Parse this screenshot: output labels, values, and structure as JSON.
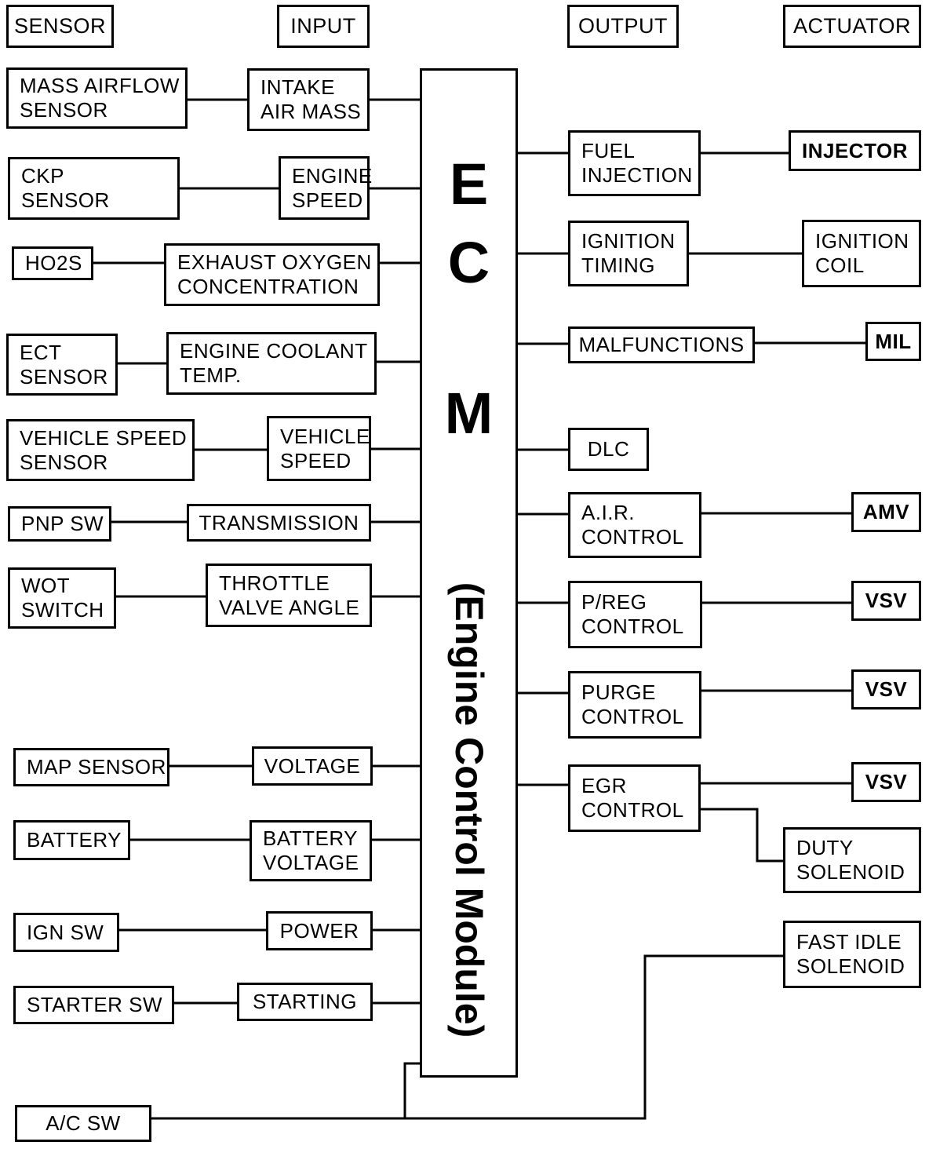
{
  "headers": {
    "sensor": "SENSOR",
    "input": "INPUT",
    "output": "OUTPUT",
    "actuator": "ACTUATOR"
  },
  "ecm": {
    "letters": [
      "E",
      "C",
      "M"
    ],
    "full_name": "(Engine Control Module)"
  },
  "sensors": {
    "maf": [
      "MASS AIRFLOW",
      "SENSOR"
    ],
    "ckp": [
      "CKP",
      "SENSOR"
    ],
    "ho2s": [
      "HO2S"
    ],
    "ect": [
      "ECT",
      "SENSOR"
    ],
    "vss": [
      "VEHICLE SPEED",
      "SENSOR"
    ],
    "pnp": [
      "PNP SW"
    ],
    "wot": [
      "WOT",
      "SWITCH"
    ],
    "map": [
      "MAP SENSOR"
    ],
    "battery": [
      "BATTERY"
    ],
    "ign": [
      "IGN SW"
    ],
    "starter": [
      "STARTER SW"
    ],
    "ac": [
      "A/C SW"
    ]
  },
  "inputs": {
    "intake_air": [
      "INTAKE",
      "AIR MASS"
    ],
    "engine_speed": [
      "ENGINE",
      "SPEED"
    ],
    "exhaust_o2": [
      "EXHAUST OXYGEN",
      "CONCENTRATION"
    ],
    "coolant_temp": [
      "ENGINE COOLANT",
      "TEMP."
    ],
    "vehicle_speed": [
      "VEHICLE",
      "SPEED"
    ],
    "transmission": [
      "TRANSMISSION"
    ],
    "throttle": [
      "THROTTLE",
      "VALVE ANGLE"
    ],
    "voltage": [
      "VOLTAGE"
    ],
    "battery_voltage": [
      "BATTERY",
      "VOLTAGE"
    ],
    "power": [
      "POWER"
    ],
    "starting": [
      "STARTING"
    ]
  },
  "outputs": {
    "fuel_injection": [
      "FUEL",
      "INJECTION"
    ],
    "ignition_timing": [
      "IGNITION",
      "TIMING"
    ],
    "malfunctions": [
      "MALFUNCTIONS"
    ],
    "dlc": [
      "DLC"
    ],
    "air_control": [
      "A.I.R.",
      "CONTROL"
    ],
    "preg_control": [
      "P/REG",
      "CONTROL"
    ],
    "purge_control": [
      "PURGE",
      "CONTROL"
    ],
    "egr_control": [
      "EGR",
      "CONTROL"
    ]
  },
  "actuators": {
    "injector": [
      "INJECTOR"
    ],
    "ignition_coil": [
      "IGNITION",
      "COIL"
    ],
    "mil": [
      "MIL"
    ],
    "amv": [
      "AMV"
    ],
    "vsv_preg": [
      "VSV"
    ],
    "vsv_purge": [
      "VSV"
    ],
    "vsv_egr": [
      "VSV"
    ],
    "duty_solenoid": [
      "DUTY",
      "SOLENOID"
    ],
    "fast_idle_solenoid": [
      "FAST IDLE",
      "SOLENOID"
    ]
  }
}
